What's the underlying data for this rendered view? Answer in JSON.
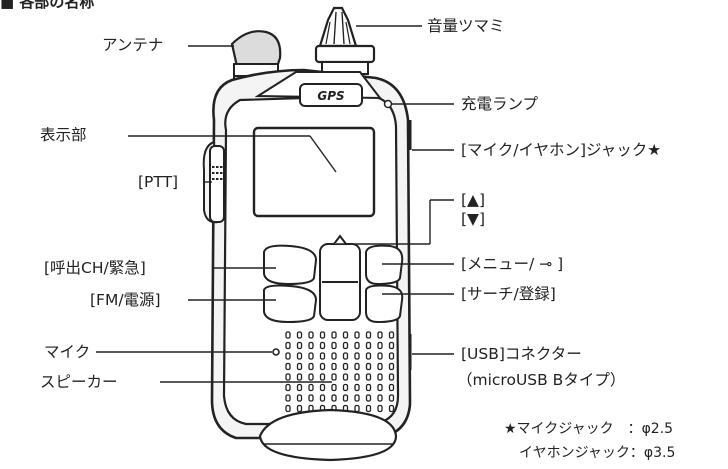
{
  "header": "■ 各部の名称",
  "labels": {
    "volume_knob": "音量ツマミ",
    "antenna": "アンテナ",
    "charge_lamp": "充電ランプ",
    "display": "表示部",
    "mic_jack": "[マイク/イヤホン]ジャック★",
    "ptt": "[PTT]",
    "up_key": "[▲]",
    "down_key": "[▼]",
    "call_key": "[呼出CH/緊急]",
    "menu_key": "[メニュー/ ⊸ ]",
    "fm_key": "[FM/電源]",
    "search_key": "[サーチ/登録]",
    "mic": "マイク",
    "usb_connector_line1": "[USB]コネクター",
    "usb_connector_line2": "（microUSB Bタイプ）",
    "speaker": "スピーカー"
  },
  "device": {
    "badge": "GPS"
  },
  "notes": {
    "mic_jack_spec": "★マイクジャック　：φ2.5",
    "earphone_jack_spec": "イヤホンジャック：φ3.5"
  }
}
